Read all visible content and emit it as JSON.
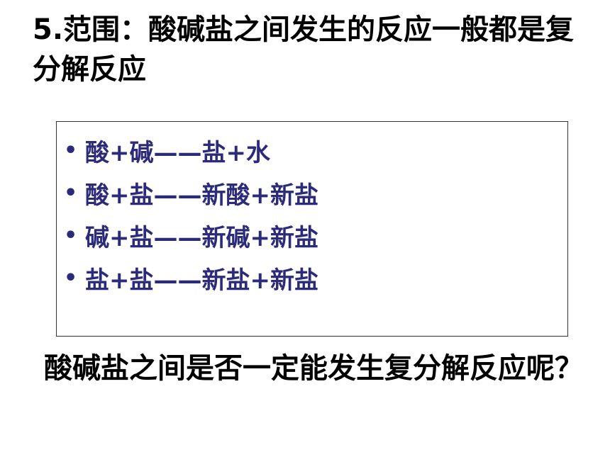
{
  "title": "5.范围：酸碱盐之间发生的反应一般都是复分解反应",
  "bullet_glyph": "•",
  "rules": [
    "酸+碱——盐+水",
    "酸+盐——新酸+新盐",
    "碱+盐——新碱+新盐",
    "盐+盐——新盐+新盐"
  ],
  "question": "酸碱盐之间是否一定能发生复分解反应呢？",
  "colors": {
    "rule_text": "#2b2b7a",
    "box_border": "#333333"
  }
}
